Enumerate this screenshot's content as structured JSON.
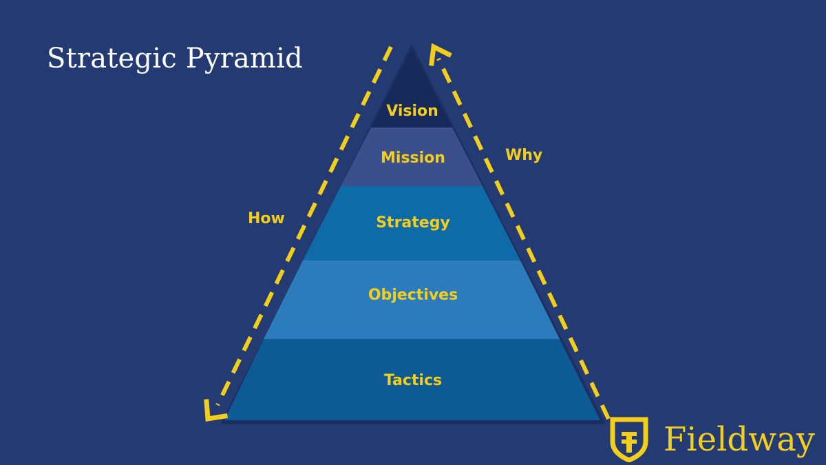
{
  "title": "Strategic Pyramid",
  "tiers": [
    {
      "label": "Vision",
      "color": "#17295a"
    },
    {
      "label": "Mission",
      "color": "#3a4f8c"
    },
    {
      "label": "Strategy",
      "color": "#0f6aa8"
    },
    {
      "label": "Objectives",
      "color": "#2b7bbd"
    },
    {
      "label": "Tactics",
      "color": "#0e5a94"
    }
  ],
  "arrows": {
    "left_label": "How",
    "right_label": "Why"
  },
  "brand": {
    "name": "Fieldway",
    "icon": "shield-logo-icon"
  },
  "colors": {
    "background": "#243a72",
    "accent": "#f3cf1c",
    "outline": "#1d2f61"
  }
}
